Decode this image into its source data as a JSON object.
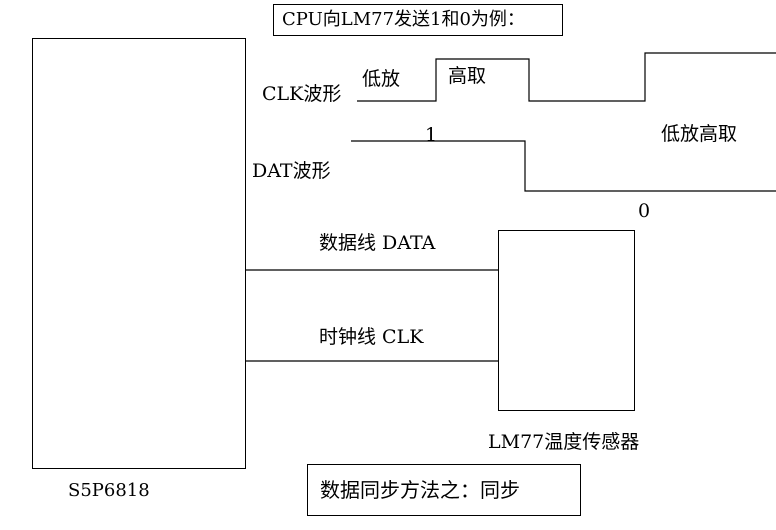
{
  "title": "CPU向LM77发送1和0为例：",
  "cpu_label": "S5P6818",
  "sensor_label": "LM77温度传感器",
  "clk_wave": {
    "label": "CLK波形",
    "low_text": "低放",
    "high_text": "高取",
    "right_text": "低放高取"
  },
  "dat_wave": {
    "label": "DAT波形",
    "bit_one": "1",
    "bit_zero": "0"
  },
  "data_line_label": "数据线 DATA",
  "clock_line_label": "时钟线 CLK",
  "sync_method": "数据同步方法之：同步"
}
